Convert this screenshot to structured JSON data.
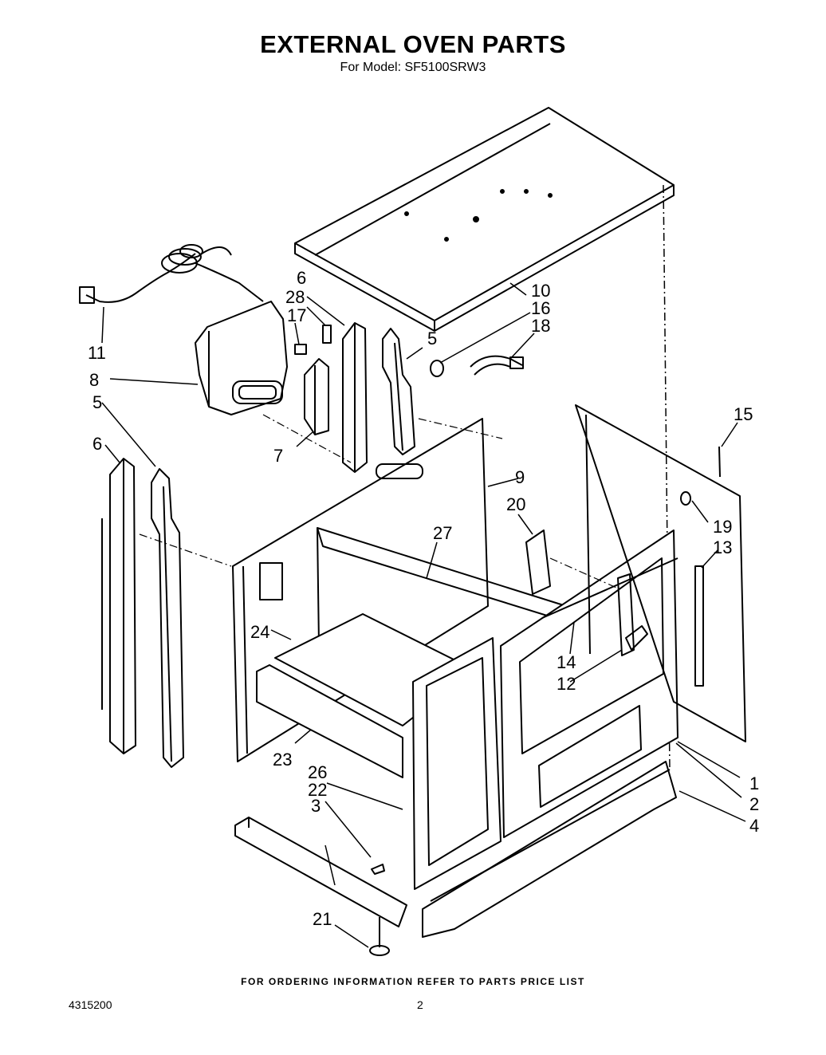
{
  "header": {
    "title": "EXTERNAL OVEN PARTS",
    "subtitle": "For Model: SF5100SRW3"
  },
  "callouts": [
    "1",
    "2",
    "3",
    "4",
    "5",
    "5",
    "6",
    "6",
    "7",
    "8",
    "9",
    "10",
    "11",
    "12",
    "13",
    "14",
    "15",
    "16",
    "17",
    "18",
    "19",
    "20",
    "21",
    "22",
    "23",
    "24",
    "26",
    "27",
    "28"
  ],
  "footer": {
    "ordering_note": "FOR ORDERING INFORMATION REFER TO PARTS PRICE LIST",
    "document_number": "4315200",
    "page_number": "2"
  }
}
